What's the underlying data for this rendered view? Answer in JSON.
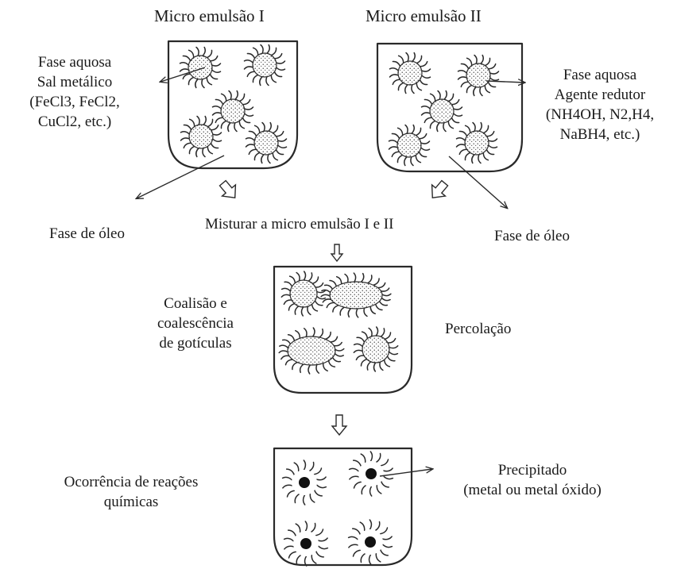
{
  "titles": {
    "emulsion_1": "Micro emulsão I",
    "emulsion_2": "Micro emulsão II"
  },
  "left_labels": {
    "aqueous_phase": "Fase aquosa",
    "metal_salt": "Sal metálico",
    "salts_1": "(FeCl3, FeCl2,",
    "salts_2": "CuCl2, etc.)"
  },
  "right_labels": {
    "aqueous_phase": "Fase aquosa",
    "reducing_agent": "Agente redutor",
    "agents_1": "(NH4OH, N2,H4,",
    "agents_2": "NaBH4, etc.)"
  },
  "oil_phase_left": "Fase de óleo",
  "oil_phase_right": "Fase de óleo",
  "mix_label": "Misturar a micro emulsão I e II",
  "coalescence": {
    "line1": "Coalisão e",
    "line2": "coalescência",
    "line3": "de gotículas"
  },
  "percolation": "Percolação",
  "reactions": {
    "line1": "Ocorrência de reações",
    "line2": "químicas"
  },
  "precipitate": {
    "line1": "Precipitado",
    "line2": "(metal ou metal óxido)"
  }
}
